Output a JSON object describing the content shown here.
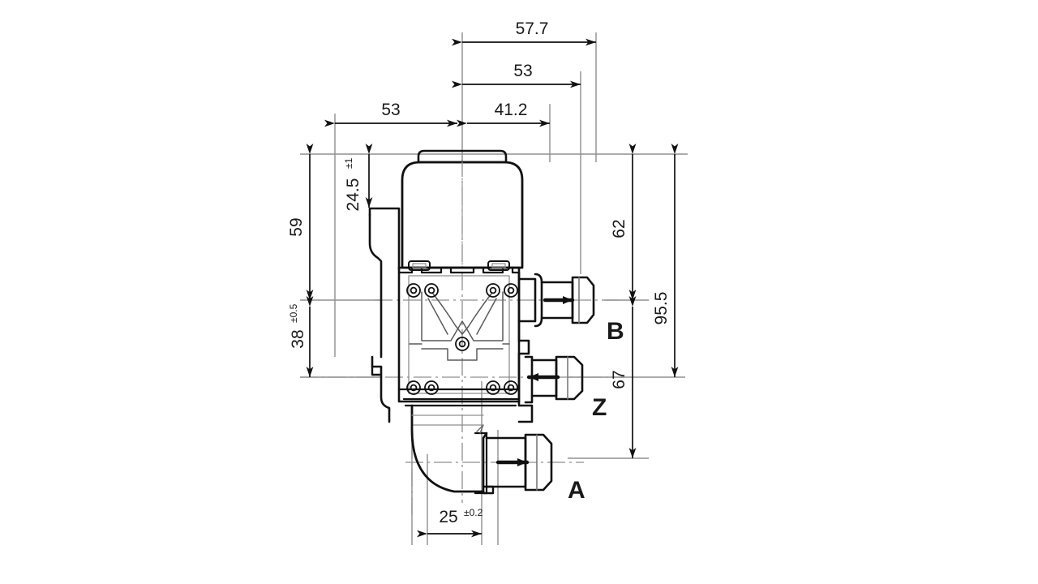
{
  "drawing": {
    "type": "engineering-dimensioned-drawing",
    "subject": "solenoid valve assembly with three ports",
    "units": "mm",
    "background_color": "#ffffff",
    "line_color": "#1a1a1a",
    "thin_line_color": "#8a8a8a"
  },
  "dimensions": {
    "top_outer": {
      "value": "57.7",
      "orientation": "horizontal"
    },
    "top_middle": {
      "value": "53",
      "orientation": "horizontal"
    },
    "top_inner_right": {
      "value": "41.2",
      "orientation": "horizontal"
    },
    "top_inner_left": {
      "value": "53",
      "orientation": "horizontal"
    },
    "left_outer": {
      "value": "59",
      "orientation": "vertical"
    },
    "left_inner": {
      "value": "24.5",
      "tolerance": "±1",
      "orientation": "vertical"
    },
    "left_lower": {
      "value": "38",
      "tolerance": "±0.5",
      "orientation": "vertical"
    },
    "right_inner": {
      "value": "62",
      "orientation": "vertical"
    },
    "right_outer": {
      "value": "95.5",
      "orientation": "vertical"
    },
    "right_lower": {
      "value": "67",
      "orientation": "vertical"
    },
    "bottom": {
      "value": "25",
      "tolerance": "±0.2",
      "orientation": "horizontal"
    }
  },
  "ports": [
    {
      "id": "B",
      "label": "B",
      "flow": "outlet",
      "arrow_direction": "right"
    },
    {
      "id": "Z",
      "label": "Z",
      "flow": "inlet",
      "arrow_direction": "left"
    },
    {
      "id": "A",
      "label": "A",
      "flow": "outlet",
      "arrow_direction": "right"
    }
  ]
}
